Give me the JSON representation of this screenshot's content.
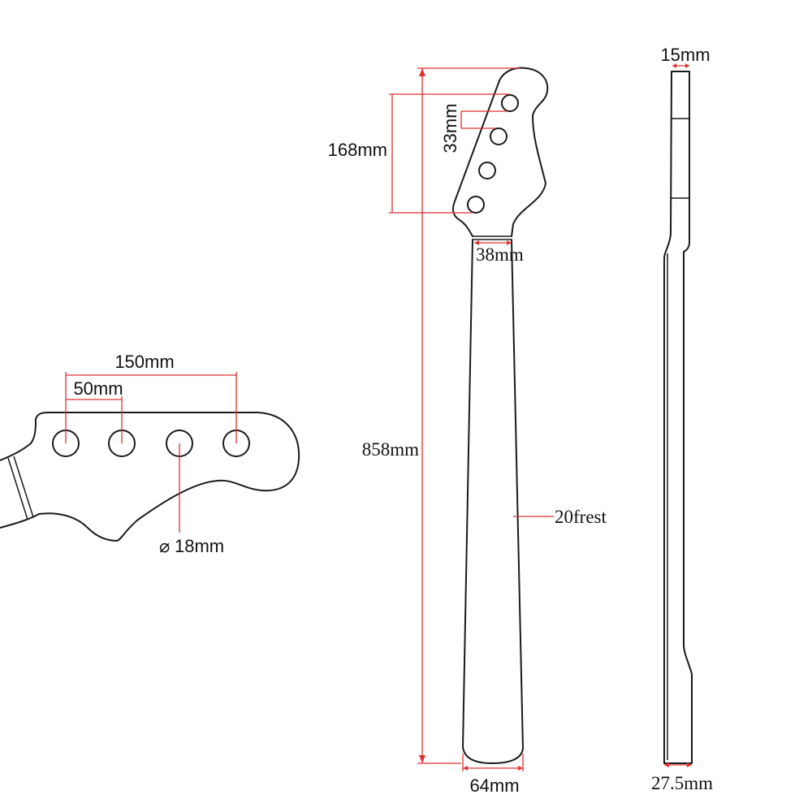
{
  "diagram": {
    "headstock_detail": {
      "tuner_span": "150mm",
      "tuner_spacing": "50mm",
      "hole_diameter": "18mm",
      "diameter_symbol": "⌀"
    },
    "front_view": {
      "overall_length": "858mm",
      "tuner_column": "168mm",
      "tuner_gap": "33mm",
      "nut_width": "38mm",
      "heel_width": "64mm",
      "frets": "20frest"
    },
    "side_view": {
      "headstock_thickness": "15mm",
      "heel_thickness": "27.5mm"
    },
    "colors": {
      "dimension_line": "#e03030",
      "outline": "#1a1a1a"
    }
  }
}
